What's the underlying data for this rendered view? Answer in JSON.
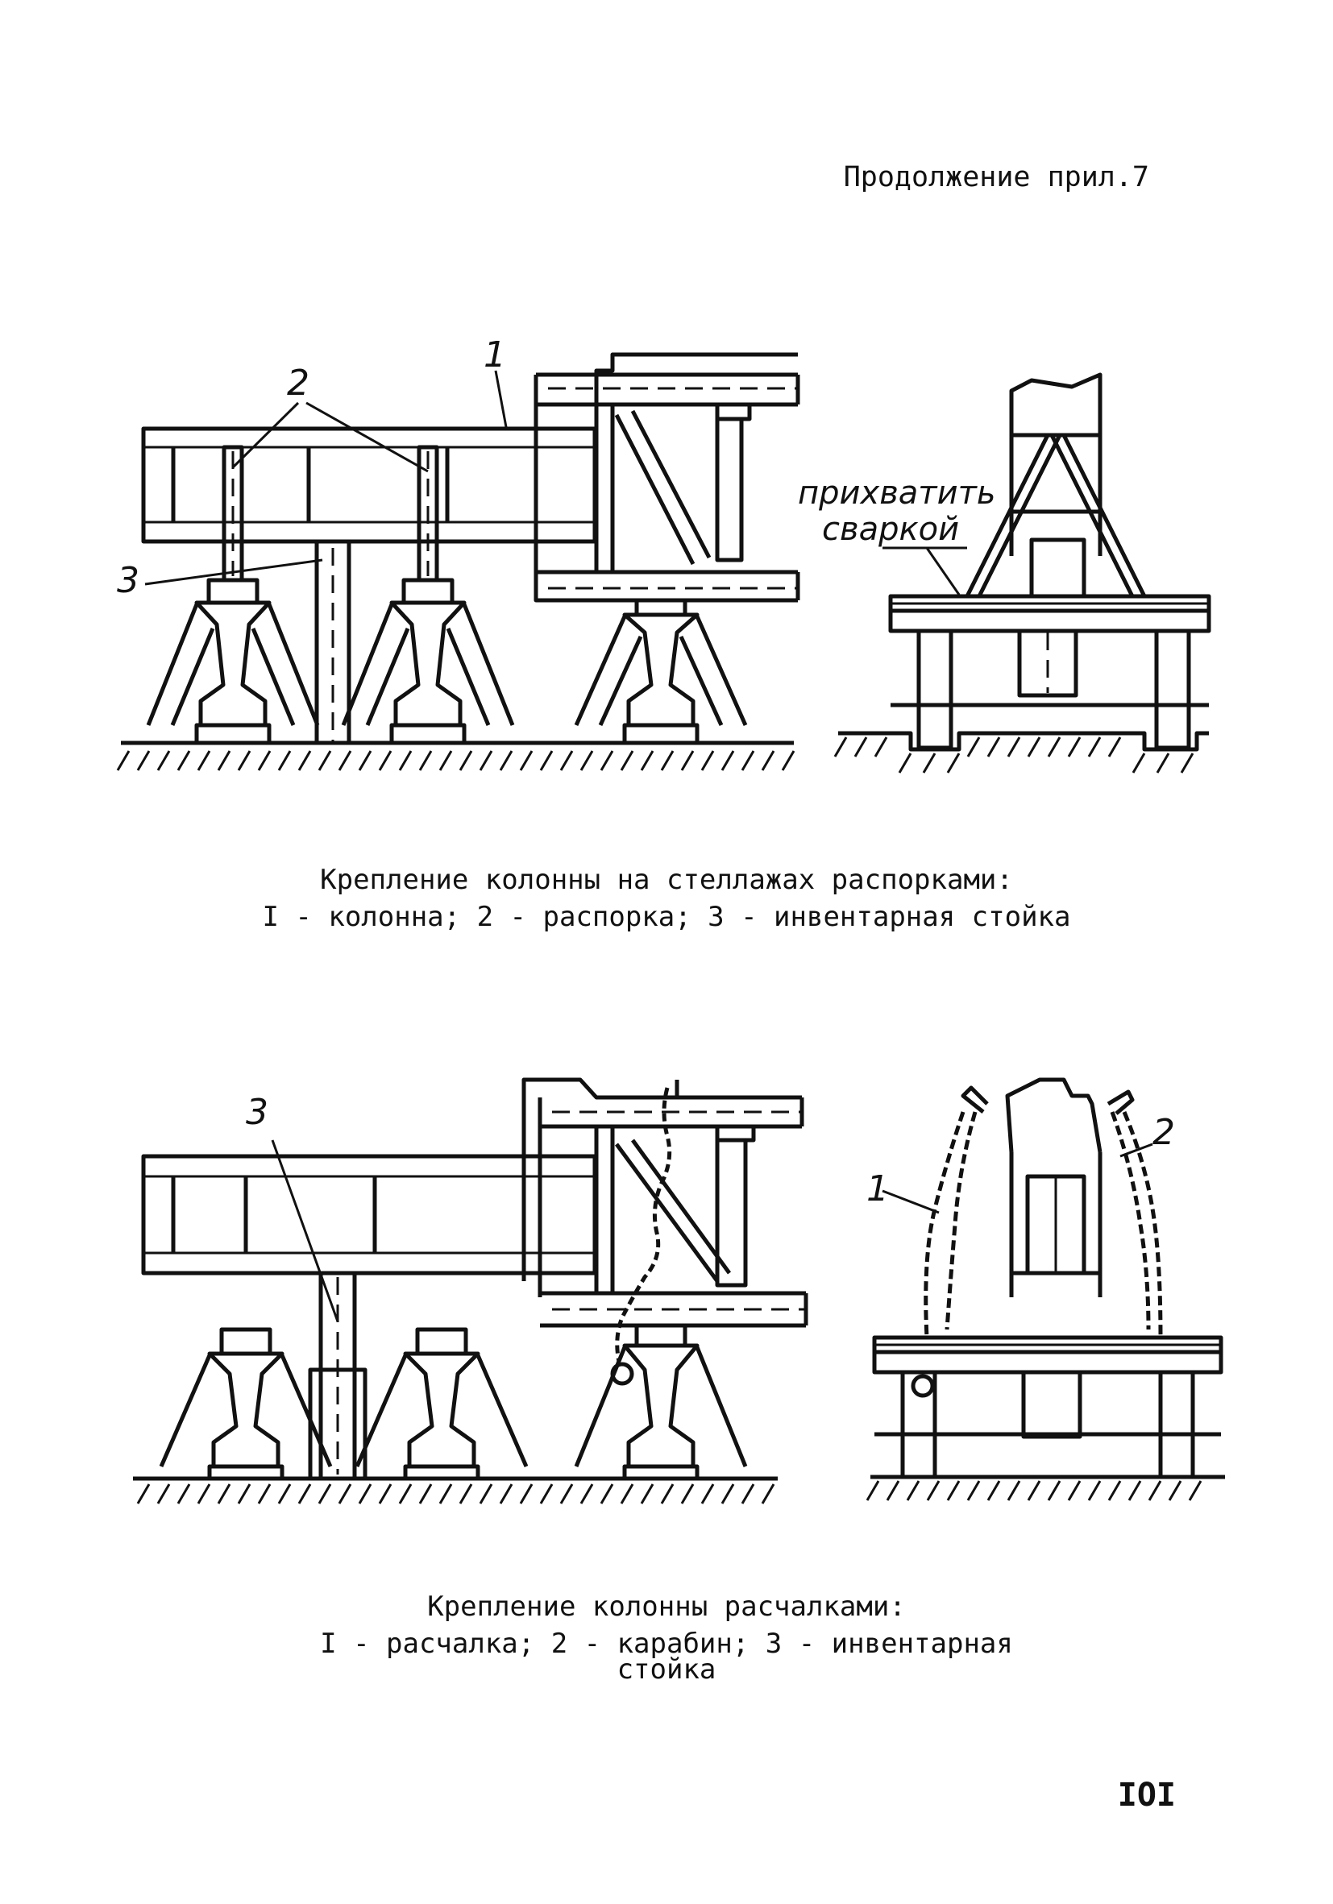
{
  "header": {
    "continuation": "Продолжение прил.7"
  },
  "figure1": {
    "labels": {
      "one": "1",
      "two": "2",
      "three": "3"
    },
    "note_line1": "прихватить",
    "note_line2": "сваркой",
    "caption_line1": "Крепление колонны на стеллажах распорками:",
    "caption_line2": "I - колонна; 2 - распорка; 3 - инвентарная стойка"
  },
  "figure2": {
    "labels": {
      "one": "1",
      "two": "2",
      "three": "3"
    },
    "caption_line1": "Крепление колонны расчалками:",
    "caption_line2": "I - расчалка; 2 - карабин; 3 - инвентарная",
    "caption_line3": "стойка"
  },
  "page": {
    "number": "IOI"
  }
}
